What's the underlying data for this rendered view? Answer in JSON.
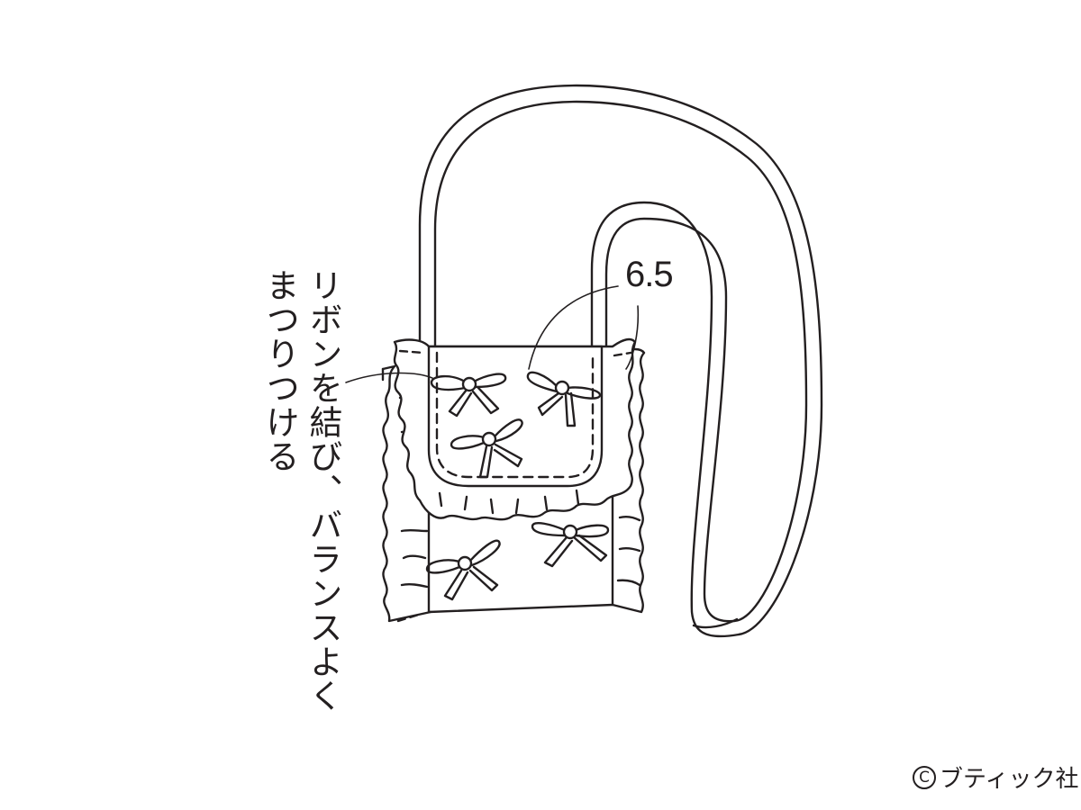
{
  "illustration": {
    "subject": "shoulder pouch with frilled flap and ribbon bows",
    "line_color": "#231f20",
    "background": "#ffffff"
  },
  "annotations": {
    "instruction_line1": "リボンを結び、バランスよく",
    "instruction_line2": "まつりつける",
    "dimension_label": "6.5"
  },
  "credit": {
    "symbol": "C",
    "publisher": "ブティック社"
  }
}
